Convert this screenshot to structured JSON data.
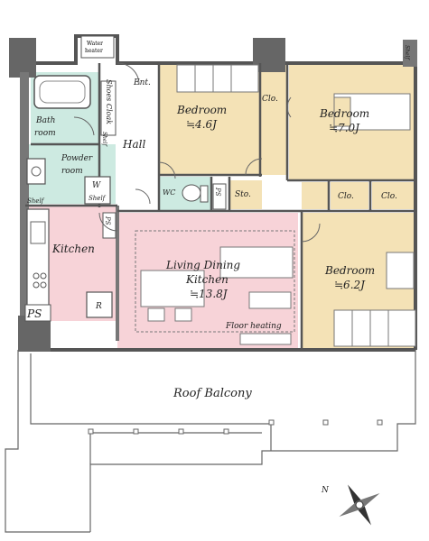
{
  "colors": {
    "bedroom": "#f4e2b6",
    "living": "#f7d3d8",
    "wet": "#cdeae1",
    "wall": "#666666",
    "storage": "#ffffff",
    "line": "#555555"
  },
  "rooms": {
    "bedroom1": {
      "name": "Bedroom",
      "size": "≒4.6J"
    },
    "bedroom2": {
      "name": "Bedroom",
      "size": "≒7.0J"
    },
    "bedroom3": {
      "name": "Bedroom",
      "size": "≒6.2J"
    },
    "ldk": {
      "name1": "Living Dining",
      "name2": "Kitchen",
      "size": "≒13.8J"
    },
    "kitchen": "Kitchen",
    "bath1": "Bath",
    "bath2": "room",
    "powder1": "Powder",
    "powder2": "room",
    "hall": "Hall",
    "ent": "Ent.",
    "shoes_cloak": "Shoes Cloak",
    "wc": "WC",
    "sto": "Sto.",
    "water_heater1": "Water",
    "water_heater2": "heater",
    "roof_balcony": "Roof Balcony"
  },
  "labels": {
    "clo": "Clo.",
    "shelf": "Shelf",
    "ps": "PS",
    "w": "W",
    "r": "R",
    "floor_heating": "Floor heating"
  },
  "compass": {
    "label": "N"
  }
}
